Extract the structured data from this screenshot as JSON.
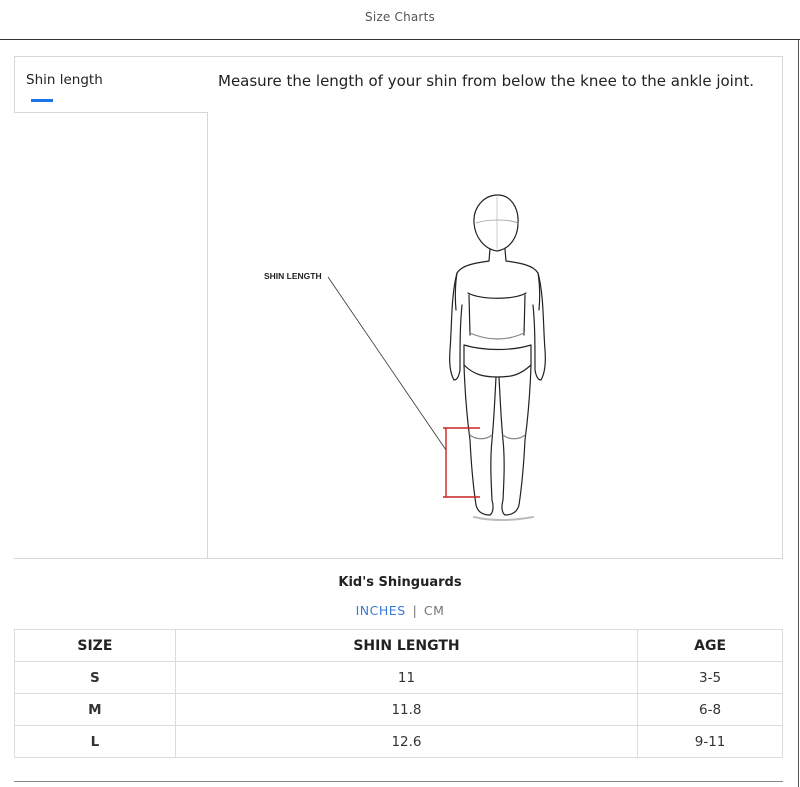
{
  "header": {
    "title": "Size Charts"
  },
  "tabs": [
    {
      "label": "Shin length",
      "active": true
    }
  ],
  "measure": {
    "description": "Measure the length of your shin from below the knee to the ankle joint.",
    "diagram_label": "SHIN LENGTH"
  },
  "product": {
    "title": "Kid's Shinguards"
  },
  "units": {
    "active": "INCHES",
    "separator": "|",
    "inactive": "CM"
  },
  "table": {
    "headers": [
      "SIZE",
      "SHIN LENGTH",
      "AGE"
    ],
    "rows": [
      [
        "S",
        "11",
        "3-5"
      ],
      [
        "M",
        "11.8",
        "6-8"
      ],
      [
        "L",
        "12.6",
        "9-11"
      ]
    ]
  },
  "colors": {
    "accent": "#1a73e8",
    "measure_line": "#cc2222"
  }
}
